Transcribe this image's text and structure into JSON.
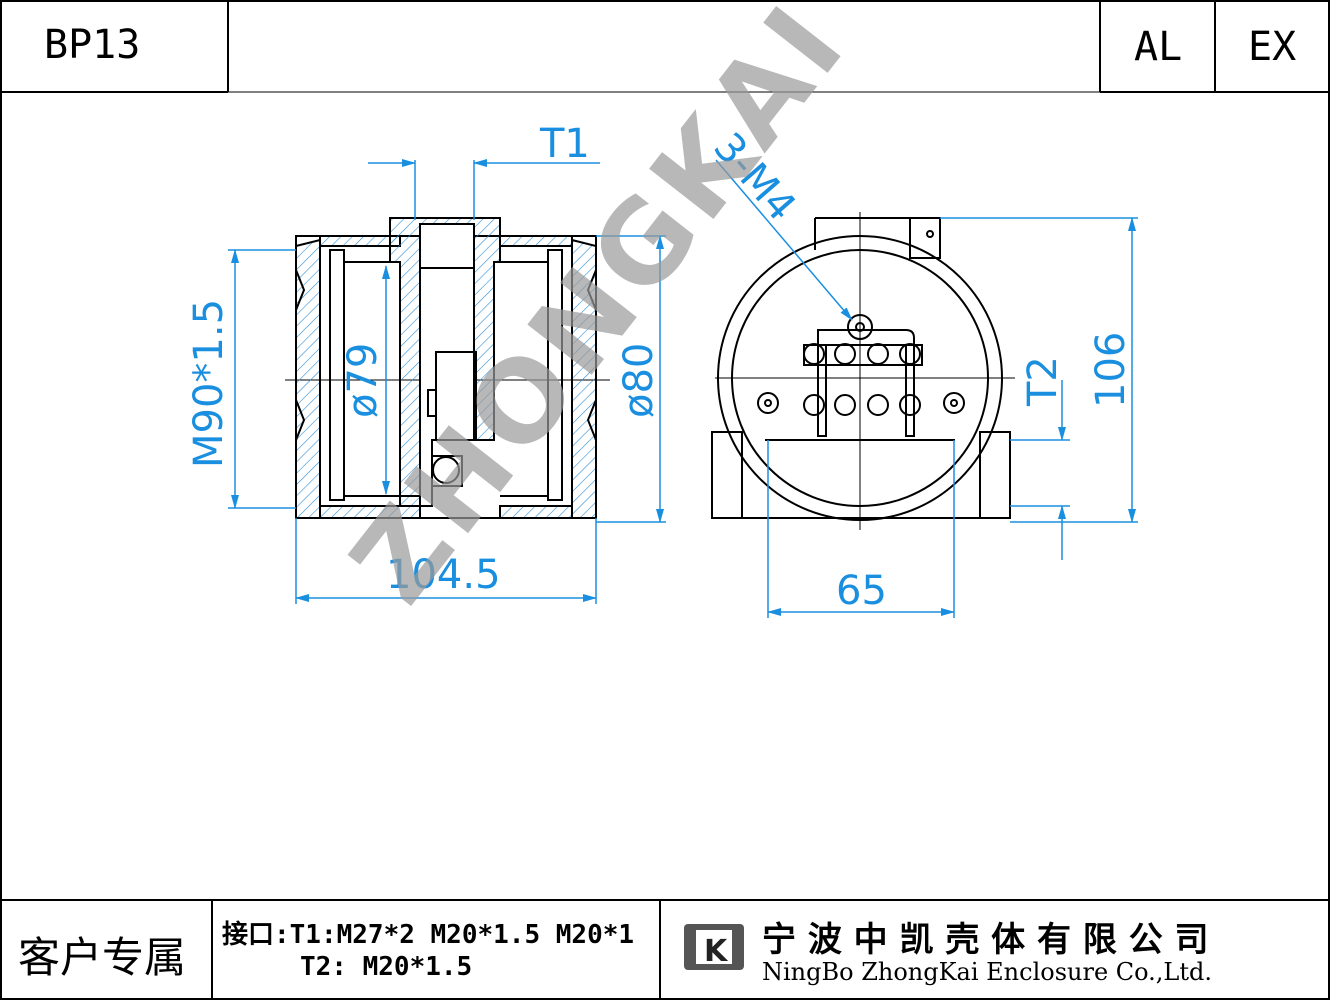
{
  "header": {
    "model": "BP13",
    "tag_al": "AL",
    "tag_ex": "EX"
  },
  "dimensions": {
    "t1": "T1",
    "t2": "T2",
    "m4": "3-M4",
    "m90": "M90*1.5",
    "d79": "ø79",
    "d80": "ø80",
    "w104": "104.5",
    "w65": "65",
    "h106": "106"
  },
  "watermark": "ZHONGKAI",
  "footer": {
    "customer": "客户专属",
    "interface_line1": "接口:T1:M27*2 M20*1.5 M20*1",
    "interface_line2": "T2: M20*1.5",
    "company_cn": "宁 波 中 凯 壳 体 有 限 公 司",
    "company_en": "NingBo ZhongKai Enclosure Co.,Ltd.",
    "logo_letter": "K"
  },
  "colors": {
    "dimension": "#1a8fe0",
    "hatch": "#2f8fd6",
    "line": "#000000",
    "watermark": "#9a9a9a"
  }
}
